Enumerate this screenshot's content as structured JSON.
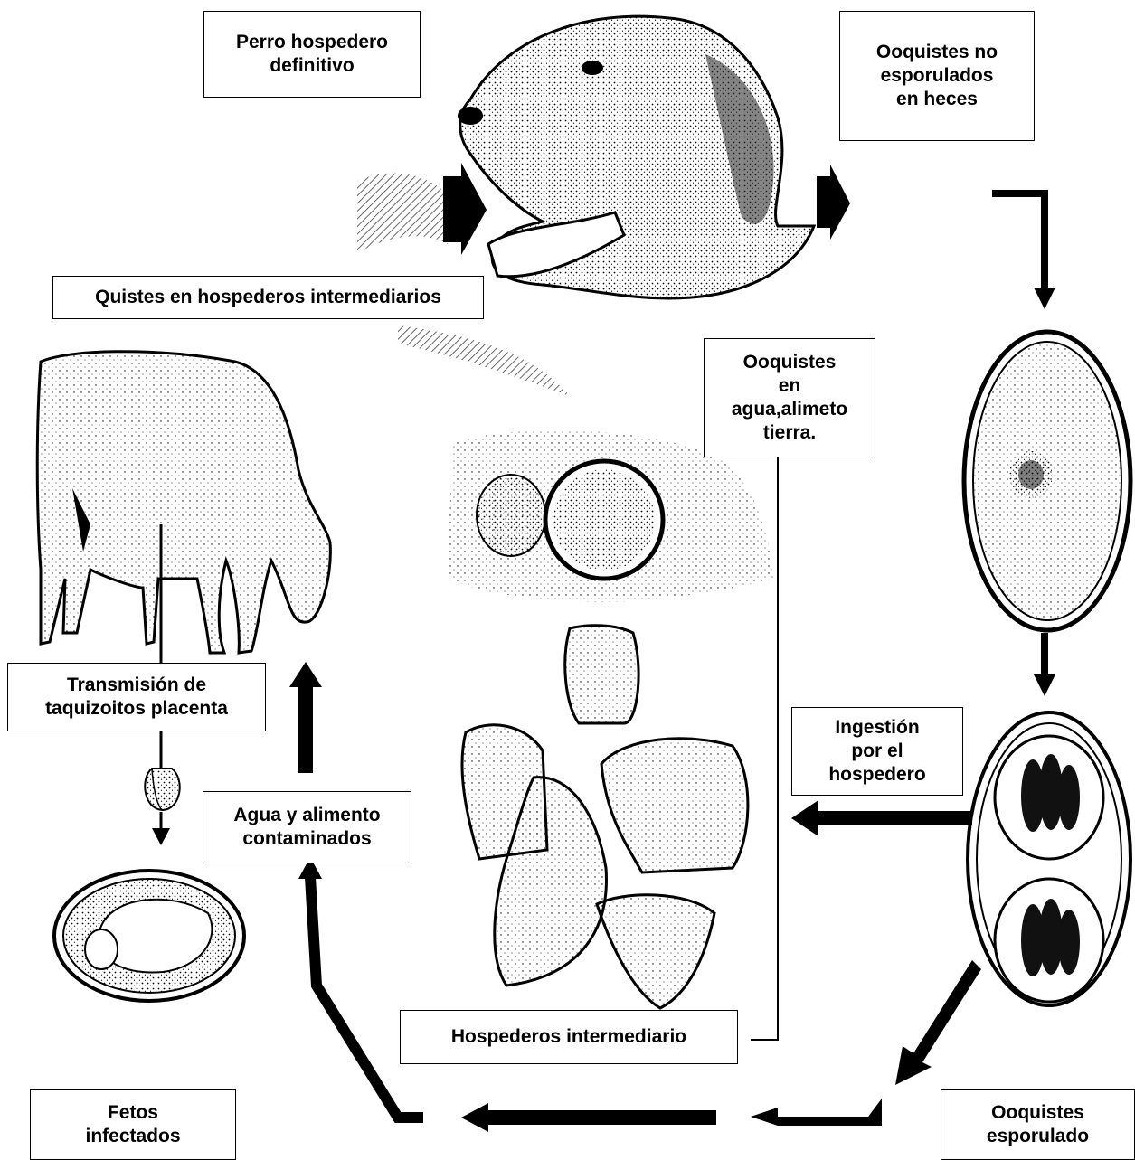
{
  "labels": {
    "perro": "Perro hospedero\ndefinitivo",
    "ooquistes_heces": "Ooquistes no\nesporulados\nen heces",
    "quistes": "Quistes en hospederos intermediarios",
    "ooquistes_agua": "Ooquistes\nen\nagua,alimeto\ntierra.",
    "transmision": "Transmisión de\ntaquizoitos  placenta",
    "ingestion": "Ingestión\npor el\nhospedero",
    "agua_alimento": "Agua y alimento\ncontaminados",
    "hospederos": "Hospederos intermediario",
    "fetos": "Fetos\ninfectados",
    "ooquistes_esporulado": "Ooquistes\nesporulado"
  }
}
